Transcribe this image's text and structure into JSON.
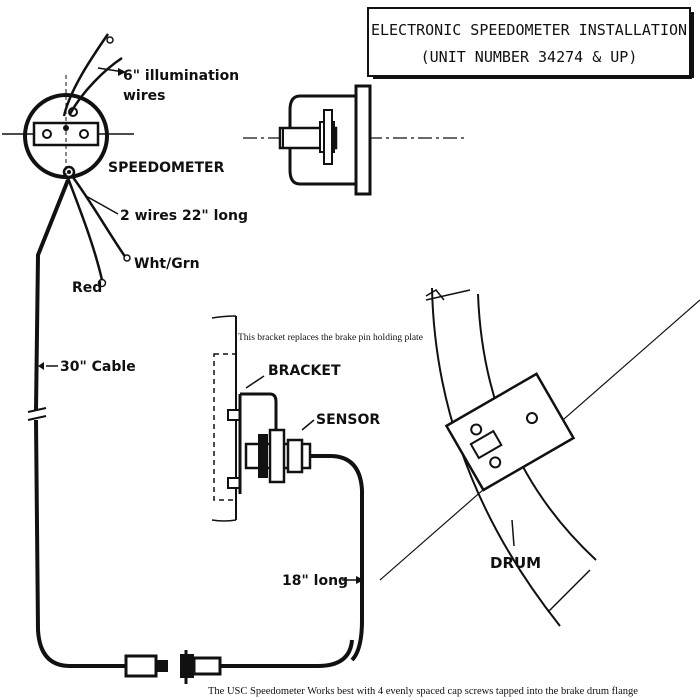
{
  "title": {
    "line1": "ELECTRONIC SPEEDOMETER INSTALLATION",
    "line2": "(UNIT NUMBER 34274 & UP)"
  },
  "labels": {
    "illumination_wires_1": "6\" illumination",
    "illumination_wires_2": "wires",
    "speedometer": "SPEEDOMETER",
    "two_wires": "2 wires 22\" long",
    "wht_grn": "Wht/Grn",
    "red": "Red",
    "cable": "30\" Cable",
    "bracket_note": "This bracket replaces the brake pin holding plate",
    "bracket": "BRACKET",
    "sensor": "SENSOR",
    "eighteen_long": "18\" long",
    "drum": "DRUM",
    "footer_note": "The USC Speedometer Works best with 4 evenly spaced cap screws tapped into the brake drum flange"
  },
  "colors": {
    "ink": "#111111",
    "paper": "#ffffff"
  }
}
